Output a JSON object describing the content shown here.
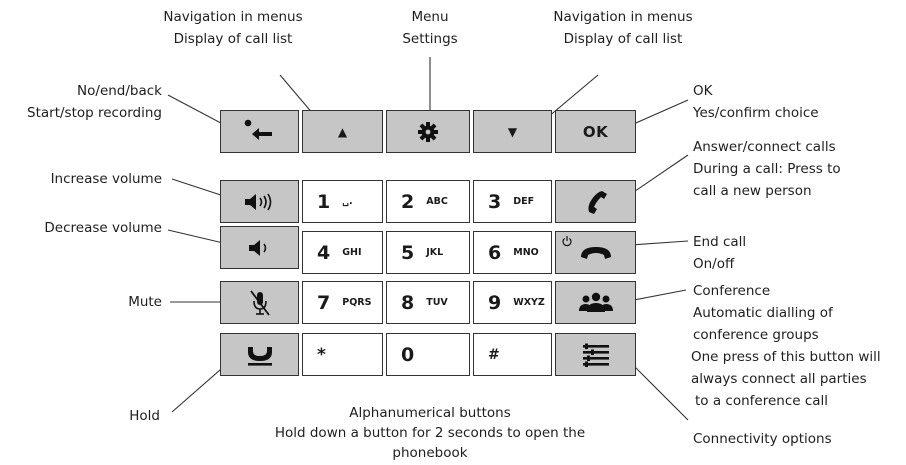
{
  "labels": {
    "nav_left": [
      "Navigation in menus",
      "Display of call list"
    ],
    "menu": [
      "Menu",
      "Settings"
    ],
    "nav_right": [
      "Navigation in menus",
      "Display of call list"
    ],
    "back": [
      "No/end/back",
      "Start/stop recording"
    ],
    "ok": [
      "OK",
      "Yes/confirm choice"
    ],
    "answer": [
      "Answer/connect calls",
      "During a call: Press to",
      "call a new person"
    ],
    "increase_volume": "Increase volume",
    "decrease_volume": "Decrease volume",
    "end_call": [
      "End call",
      "On/off"
    ],
    "mute": "Mute",
    "conference": [
      "Conference",
      "Automatic dialling of",
      "conference groups"
    ],
    "connect_all": [
      "One press of this button will",
      "always connect all parties",
      "to a conference call"
    ],
    "hold": "Hold",
    "alphanumeric": [
      "Alphanumerical buttons",
      "Hold down a button for 2 seconds to open the",
      "phonebook"
    ],
    "connectivity": "Connectivity options"
  },
  "keys": {
    "ok": "OK",
    "up_arrow": "▲",
    "down_arrow": "▼",
    "digits": [
      {
        "digit": "1",
        "letters": "␣."
      },
      {
        "digit": "2",
        "letters": "ABC"
      },
      {
        "digit": "3",
        "letters": "DEF"
      },
      {
        "digit": "4",
        "letters": "GHI"
      },
      {
        "digit": "5",
        "letters": "JKL"
      },
      {
        "digit": "6",
        "letters": "MNO"
      },
      {
        "digit": "7",
        "letters": "PQRS"
      },
      {
        "digit": "8",
        "letters": "TUV"
      },
      {
        "digit": "9",
        "letters": "WXYZ"
      },
      {
        "digit": "*",
        "letters": ""
      },
      {
        "digit": "0",
        "letters": ""
      },
      {
        "digit": "#",
        "letters": ""
      }
    ]
  },
  "icons": {
    "back": "back-arrow-with-dot-icon",
    "menu": "gear-icon",
    "volume_up": "volume-up-icon",
    "volume_down": "volume-down-icon",
    "mute": "microphone-muted-icon",
    "hold": "handset-hold-icon",
    "answer": "handset-answer-icon",
    "end_call": "handset-hangup-icon",
    "power": "power-icon",
    "conference": "conference-people-icon",
    "connectivity": "list-options-icon"
  },
  "colors": {
    "function_key": "#c6c6c6",
    "digit_key": "#ffffff",
    "border": "#333333"
  }
}
